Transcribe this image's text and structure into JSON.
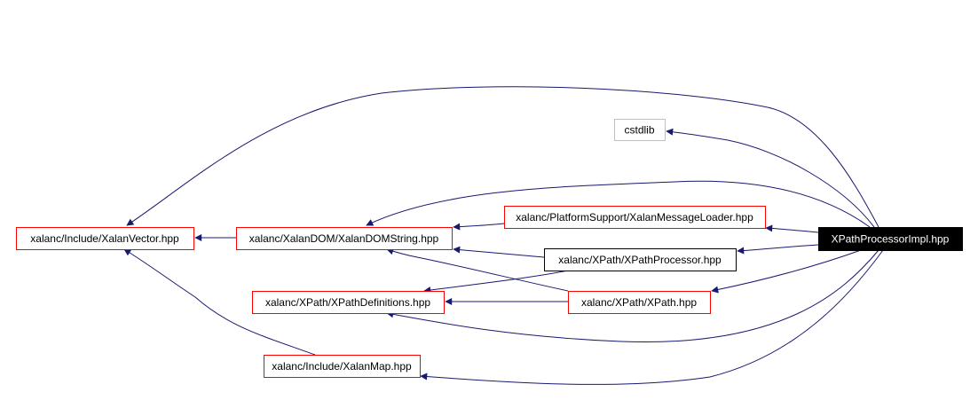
{
  "diagram": {
    "type": "include-dependency-graph",
    "edge_color": "#191970",
    "nodes": [
      {
        "id": "impl",
        "label": "XPathProcessorImpl.hpp",
        "style": "root",
        "fill": "#000000",
        "text_color": "#ffffff",
        "border": "#000000"
      },
      {
        "id": "cstdlib",
        "label": "cstdlib",
        "style": "system",
        "fill": "#ffffff",
        "text_color": "#000000",
        "border": "#bfbfbf"
      },
      {
        "id": "vector",
        "label": "xalanc/Include/XalanVector.hpp",
        "style": "truncated",
        "fill": "#ffffff",
        "text_color": "#000000",
        "border": "#ff0000"
      },
      {
        "id": "domstring",
        "label": "xalanc/XalanDOM/XalanDOMString.hpp",
        "style": "truncated",
        "fill": "#ffffff",
        "text_color": "#000000",
        "border": "#ff0000"
      },
      {
        "id": "msgloader",
        "label": "xalanc/PlatformSupport/XalanMessageLoader.hpp",
        "style": "truncated",
        "fill": "#ffffff",
        "text_color": "#000000",
        "border": "#ff0000"
      },
      {
        "id": "xpathproc",
        "label": "xalanc/XPath/XPathProcessor.hpp",
        "style": "normal",
        "fill": "#ffffff",
        "text_color": "#000000",
        "border": "#000000"
      },
      {
        "id": "xpathdefs",
        "label": "xalanc/XPath/XPathDefinitions.hpp",
        "style": "truncated",
        "fill": "#ffffff",
        "text_color": "#000000",
        "border": "#ff0000"
      },
      {
        "id": "xpath",
        "label": "xalanc/XPath/XPath.hpp",
        "style": "truncated",
        "fill": "#ffffff",
        "text_color": "#000000",
        "border": "#ff0000"
      },
      {
        "id": "xalanmap",
        "label": "xalanc/Include/XalanMap.hpp",
        "style": "truncated",
        "fill": "#ffffff",
        "text_color": "#000000",
        "border": "#ff0000"
      }
    ],
    "edges": [
      {
        "from": "impl",
        "to": "vector"
      },
      {
        "from": "impl",
        "to": "cstdlib"
      },
      {
        "from": "impl",
        "to": "domstring"
      },
      {
        "from": "impl",
        "to": "msgloader"
      },
      {
        "from": "impl",
        "to": "xpathproc"
      },
      {
        "from": "impl",
        "to": "xpath"
      },
      {
        "from": "impl",
        "to": "xpathdefs"
      },
      {
        "from": "impl",
        "to": "xalanmap"
      },
      {
        "from": "domstring",
        "to": "vector"
      },
      {
        "from": "xalanmap",
        "to": "vector"
      },
      {
        "from": "msgloader",
        "to": "domstring"
      },
      {
        "from": "xpathproc",
        "to": "domstring"
      },
      {
        "from": "xpath",
        "to": "domstring"
      },
      {
        "from": "xpathproc",
        "to": "xpathdefs"
      },
      {
        "from": "xpath",
        "to": "xpathdefs"
      }
    ]
  }
}
